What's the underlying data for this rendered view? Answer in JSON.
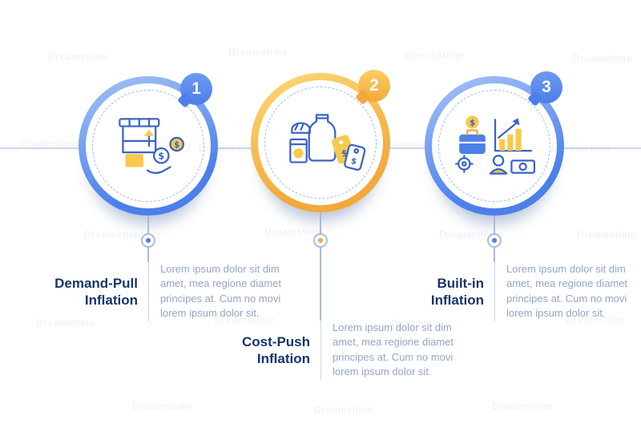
{
  "watermark": {
    "text": "Dreamstime"
  },
  "colors": {
    "blue_accent": "#4C7FEA",
    "yellow_accent": "#F2A93B",
    "title_text": "#17356B",
    "body_text": "#96A5C5",
    "line": "#C9D7EC"
  },
  "icons": {
    "dollar": "$"
  },
  "steps": [
    {
      "number": "1",
      "title": {
        "line1": "Demand-Pull",
        "line2": "Inflation"
      },
      "body": "Lorem ipsum dolor sit dim amet, mea regione diamet principes at. Cum no movi lorem ipsum dolor sit.",
      "accent": "#4C7FEA",
      "icon": "storefront-hand-coins-icon"
    },
    {
      "number": "2",
      "title": {
        "line1": "Cost-Push",
        "line2": "Inflation"
      },
      "body": "Lorem ipsum dolor sit dim amet, mea regione diamet principes at. Cum no movi lorem ipsum dolor sit.",
      "accent": "#F2A93B",
      "icon": "groceries-price-tags-icon"
    },
    {
      "number": "3",
      "title": {
        "line1": "Built-in",
        "line2": "Inflation"
      },
      "body": "Lorem ipsum dolor sit dim amet, mea regione diamet principes at. Cum no movi lorem ipsum dolor sit.",
      "accent": "#4C7FEA",
      "icon": "briefcase-chart-money-icon"
    }
  ]
}
